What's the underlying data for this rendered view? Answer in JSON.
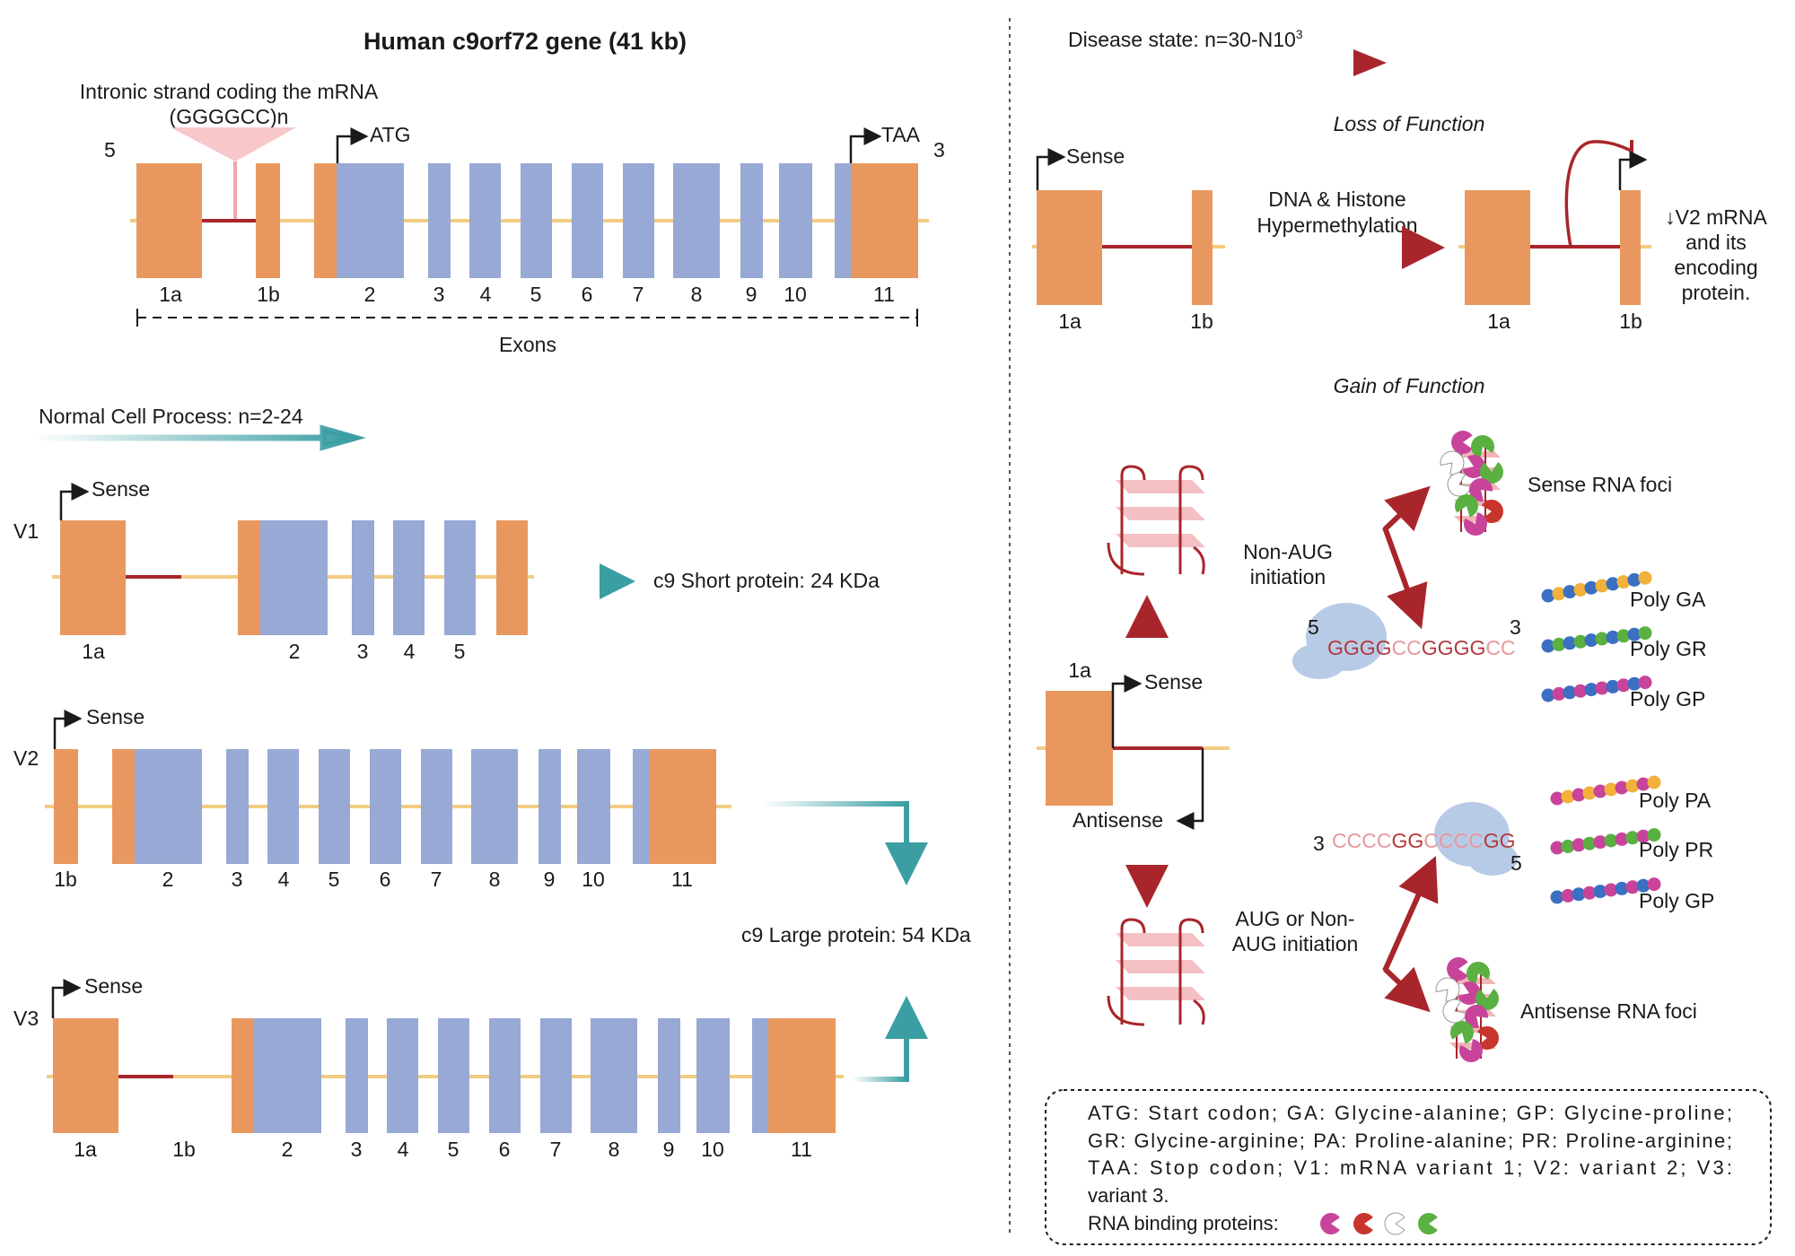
{
  "gene_header": {
    "title": "Human c9orf72 gene (41 kb)",
    "intronic_line1": "Intronic strand coding the mRNA",
    "intronic_line2": "(GGGGCC)n",
    "five_prime": "5",
    "three_prime": "3",
    "start_label": "ATG",
    "stop_label": "TAA",
    "exons_label": "Exons",
    "exon_numbers": [
      "1a",
      "1b",
      "2",
      "3",
      "4",
      "5",
      "6",
      "7",
      "8",
      "9",
      "10",
      "11"
    ]
  },
  "normal": {
    "heading": "Normal Cell Process: n=2-24",
    "v1": {
      "label": "V1",
      "sense": "Sense",
      "numbers": [
        "1a",
        "2",
        "3",
        "4",
        "5"
      ],
      "product": "c9 Short protein: 24 KDa"
    },
    "v2": {
      "label": "V2",
      "sense": "Sense",
      "numbers": [
        "1b",
        "2",
        "3",
        "4",
        "5",
        "6",
        "7",
        "8",
        "9",
        "10",
        "11"
      ]
    },
    "v3": {
      "label": "V3",
      "sense": "Sense",
      "numbers": [
        "1a",
        "1b",
        "2",
        "3",
        "4",
        "5",
        "6",
        "7",
        "8",
        "9",
        "10",
        "11"
      ]
    },
    "large_product": "c9 Large protein: 54 KDa"
  },
  "disease": {
    "heading": "Disease state: n=30-N10",
    "heading_sup": "3",
    "loss": {
      "title": "Loss of Function",
      "sense": "Sense",
      "methylation_line1": "DNA & Histone",
      "methylation_line2": "Hypermethylation",
      "left_numbers": [
        "1a",
        "1b"
      ],
      "right_numbers": [
        "1a",
        "1b"
      ],
      "effect_lines": [
        "↓V2 mRNA",
        "and its",
        "encoding",
        "protein."
      ]
    },
    "gain": {
      "title": "Gain of Function",
      "exon_label": "1a",
      "sense": "Sense",
      "antisense": "Antisense",
      "non_aug_line1": "Non-AUG",
      "non_aug_line2": "initiation",
      "aug_line1": "AUG or Non-",
      "aug_line2": "AUG initiation",
      "sense_foci": "Sense RNA foci",
      "antisense_foci": "Antisense RNA foci",
      "sense_seq": {
        "p1": "GGGG",
        "p2": "CC",
        "p3": "GGGG",
        "p4": "CC",
        "end5": "5",
        "end3": "3"
      },
      "antisense_seq": {
        "p1": "CCCC",
        "p2": "GG",
        "p3": "CCCC",
        "p4": "GG",
        "end3": "3",
        "end5": "5"
      },
      "sense_polys": [
        "Poly GA",
        "Poly GR",
        "Poly GP"
      ],
      "antisense_polys": [
        "Poly PA",
        "Poly PR",
        "Poly GP"
      ]
    }
  },
  "legend": {
    "lines": [
      "ATG: Start codon; GA: Glycine-alanine; GP: Glycine-proline;",
      "GR: Glycine-arginine; PA: Proline-alanine; PR: Proline-arginine;",
      "TAA: Stop codon; V1: mRNA variant 1; V2: variant 2; V3:",
      "variant 3."
    ],
    "rbp_label": "RNA binding proteins:"
  },
  "colors": {
    "utr_exon": "#e8985f",
    "coding_exon": "#97a9d4",
    "backbone": "#f2cc82",
    "intron": "#a8262b",
    "disease_arrow": "#a8262b",
    "normal_arrow": "#3a9ea3",
    "rbp_magenta": "#c8449b",
    "rbp_red": "#c8352c",
    "rbp_white": "#ffffff",
    "rbp_green": "#5ab040"
  },
  "icons": [
    "transcription-start-arrow",
    "repeat-expansion-marker",
    "hairpin-rna",
    "ribosome",
    "dipeptide-chain",
    "rna-foci-cluster",
    "rna-binding-protein"
  ]
}
